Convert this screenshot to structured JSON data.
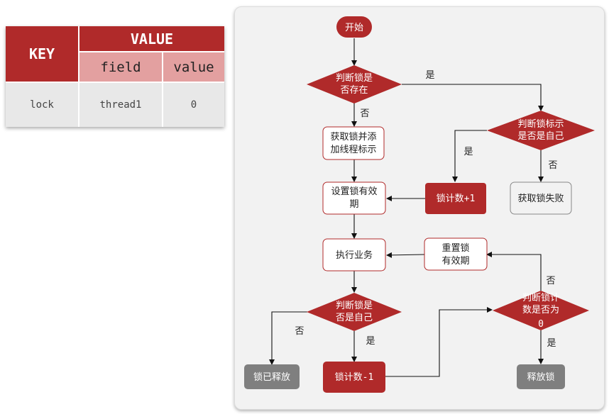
{
  "table": {
    "key_header": "KEY",
    "value_header": "VALUE",
    "field_header": "field",
    "value_subheader": "value",
    "rows": [
      {
        "key": "lock",
        "field": "thread1",
        "value": "0"
      }
    ]
  },
  "flow": {
    "start": "开始",
    "check_exists": [
      "判断锁是",
      "否存在"
    ],
    "acquire": [
      "获取锁并添",
      "加线程标示"
    ],
    "set_expire": [
      "设置锁有效",
      "期"
    ],
    "execute": "执行业务",
    "check_self_top": [
      "判断锁标示",
      "是否是自己"
    ],
    "count_inc": "锁计数+1",
    "acquire_fail": "获取锁失败",
    "reset_expire": [
      "重置锁",
      "有效期"
    ],
    "check_self_bottom": [
      "判断锁是",
      "否是自己"
    ],
    "check_zero": [
      "判断锁计",
      "数是否为",
      "0"
    ],
    "released": "锁已释放",
    "count_dec": "锁计数-1",
    "release": "释放锁",
    "yes": "是",
    "no": "否"
  },
  "colors": {
    "brand_red": "#b02a2a",
    "header_pink": "#e3a0a0",
    "gray_box": "#7f7f7f",
    "panel_bg": "#f2f2f2"
  }
}
